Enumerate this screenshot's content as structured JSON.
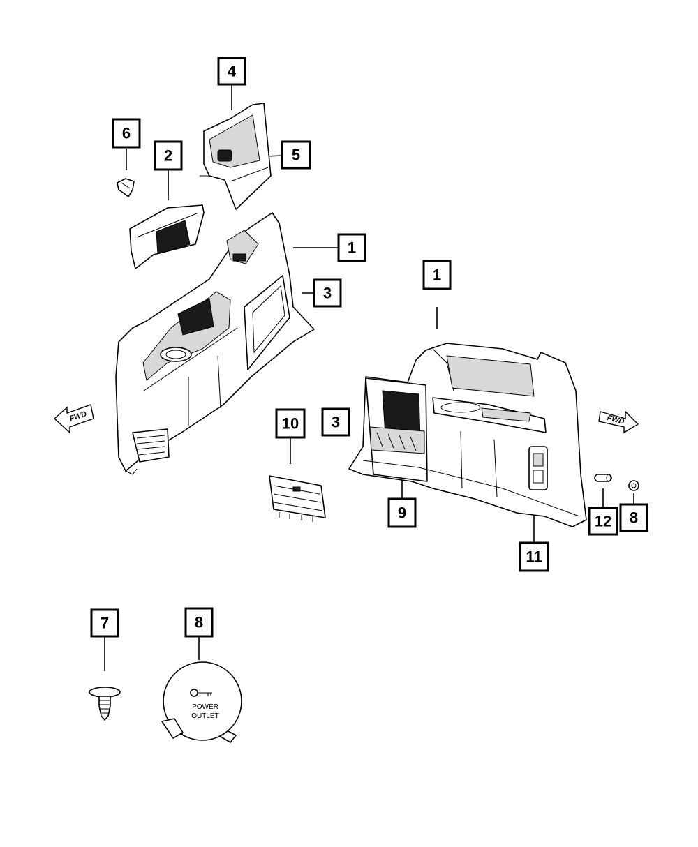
{
  "callouts": [
    {
      "id": "c4",
      "label": "4"
    },
    {
      "id": "c6",
      "label": "6"
    },
    {
      "id": "c2",
      "label": "2"
    },
    {
      "id": "c5",
      "label": "5"
    },
    {
      "id": "c1a",
      "label": "1"
    },
    {
      "id": "c3a",
      "label": "3"
    },
    {
      "id": "c1b",
      "label": "1"
    },
    {
      "id": "c10",
      "label": "10"
    },
    {
      "id": "c3b",
      "label": "3"
    },
    {
      "id": "c9",
      "label": "9"
    },
    {
      "id": "c11",
      "label": "11"
    },
    {
      "id": "c12",
      "label": "12"
    },
    {
      "id": "c8a",
      "label": "8"
    },
    {
      "id": "c7",
      "label": "7"
    },
    {
      "id": "c8b",
      "label": "8"
    }
  ],
  "fwd_labels": {
    "left": "FWD",
    "right": "FWD"
  },
  "power_outlet_cap": {
    "line1": "POWER",
    "line2": "OUTLET"
  },
  "icons": [
    "left-fwd-arrow-icon",
    "right-fwd-arrow-icon",
    "key-icon"
  ]
}
